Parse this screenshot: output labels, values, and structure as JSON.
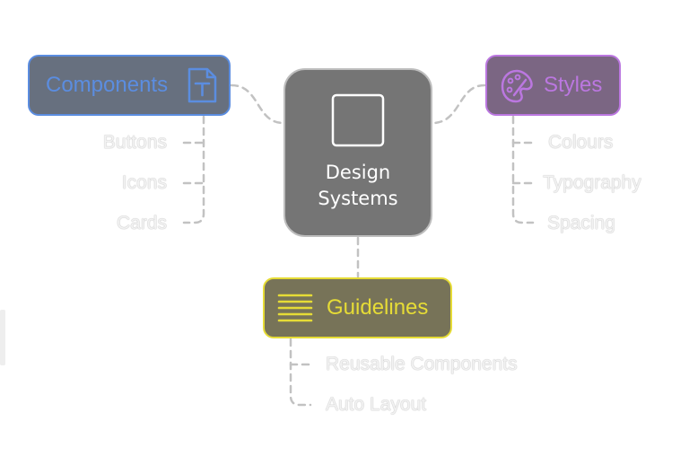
{
  "center": {
    "lines": [
      "Design",
      "Systems"
    ]
  },
  "components": {
    "label": "Components",
    "color": "#5b8de0",
    "items": [
      "Buttons",
      "Icons",
      "Cards"
    ]
  },
  "styles": {
    "label": "Styles",
    "color": "#bb77e0",
    "items": [
      "Colours",
      "Typography",
      "Spacing"
    ]
  },
  "guidelines": {
    "label": "Guidelines",
    "color": "#e6dc36",
    "items": [
      "Reusable Components",
      "Auto Layout"
    ]
  },
  "icons": {
    "center": "square-icon",
    "components": "text-document-icon",
    "styles": "paint-palette-icon",
    "guidelines": "text-lines-icon"
  }
}
